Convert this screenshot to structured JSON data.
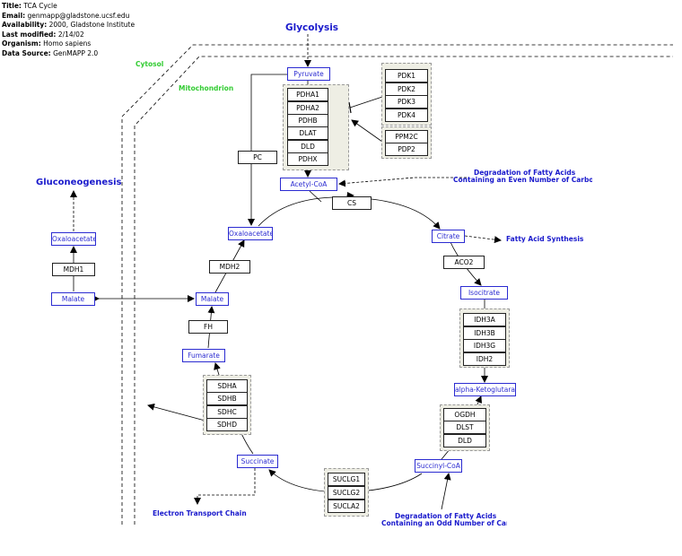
{
  "header": {
    "title_label": "Title:",
    "title": "TCA Cycle",
    "email_label": "Email:",
    "email": "genmapp@gladstone.ucsf.edu",
    "availability_label": "Availability:",
    "availability": "2000, Gladstone Institute",
    "modified_label": "Last modified:",
    "modified": "2/14/02",
    "organism_label": "Organism:",
    "organism": "Homo sapiens",
    "source_label": "Data Source:",
    "source": "GenMAPP 2.0"
  },
  "labels": {
    "glycolysis": "Glycolysis",
    "cytosol": "Cytosol",
    "mitochondrion": "Mitochondrion",
    "gluconeogenesis": "Gluconeogenesis",
    "fatty_even_1": "Degradation of Fatty Acids",
    "fatty_even_2": "Containing an Even Number of Carbons",
    "fatty_synthesis": "Fatty Acid Synthesis",
    "fatty_odd_1": "Degradation of Fatty Acids",
    "fatty_odd_2": "Containing an Odd Number of Carbons",
    "etc": "Electron Transport Chain"
  },
  "metabolites": {
    "pyruvate": "Pyruvate",
    "acetyl_coa": "Acetyl-CoA",
    "oxaloacetate": "Oxaloacetate",
    "oxaloacetate_cyto": "Oxaloacetate",
    "citrate": "Citrate",
    "isocitrate": "Isocitrate",
    "alpha_kg": "alpha-Ketoglutarate",
    "succinyl_coa": "Succinyl-CoA",
    "succinate": "Succinate",
    "fumarate": "Fumarate",
    "malate": "Malate",
    "malate_cyto": "Malate"
  },
  "genes": {
    "pdh": [
      "PDHA1",
      "PDHA2",
      "PDHB",
      "DLAT",
      "DLD",
      "PDHX"
    ],
    "pdk": [
      "PDK1",
      "PDK2",
      "PDK3",
      "PDK4"
    ],
    "ppm": [
      "PPM2C",
      "PDP2"
    ],
    "pc": "PC",
    "cs": "CS",
    "aco2": "ACO2",
    "idh": [
      "IDH3A",
      "IDH3B",
      "IDH3G",
      "IDH2"
    ],
    "ogdh": [
      "OGDH",
      "DLST",
      "DLD"
    ],
    "sucl": [
      "SUCLG1",
      "SUCLG2",
      "SUCLA2"
    ],
    "sdh": [
      "SDHA",
      "SDHB",
      "SDHC",
      "SDHD"
    ],
    "fh": "FH",
    "mdh2": "MDH2",
    "mdh1": "MDH1"
  },
  "colors": {
    "metabolite": "#2b2bd1",
    "compartment_label": "#33cc33",
    "pathway_label": "#1a1acc",
    "group_fill": "#eeeee4"
  }
}
